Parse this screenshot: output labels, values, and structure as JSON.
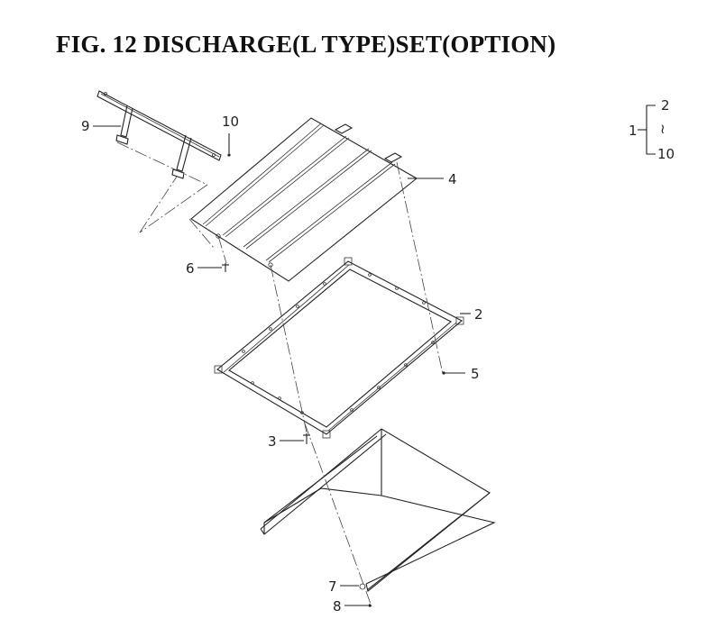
{
  "figure": {
    "title": "FIG. 12  DISCHARGE(L TYPE)SET(OPTION)"
  },
  "assembly_legend": {
    "parent": "1",
    "range_start": "2",
    "range_symbol": "≀",
    "range_end": "10"
  },
  "callouts": [
    {
      "id": "c9",
      "label": "9"
    },
    {
      "id": "c10",
      "label": "10"
    },
    {
      "id": "c4",
      "label": "4"
    },
    {
      "id": "c6",
      "label": "6"
    },
    {
      "id": "c2",
      "label": "2"
    },
    {
      "id": "c5",
      "label": "5"
    },
    {
      "id": "c3",
      "label": "3"
    },
    {
      "id": "c7",
      "label": "7"
    },
    {
      "id": "c8",
      "label": "8"
    }
  ],
  "parts": [
    "cover-plate",
    "support-bracket",
    "frame",
    "discharge-chute",
    "fasteners"
  ]
}
